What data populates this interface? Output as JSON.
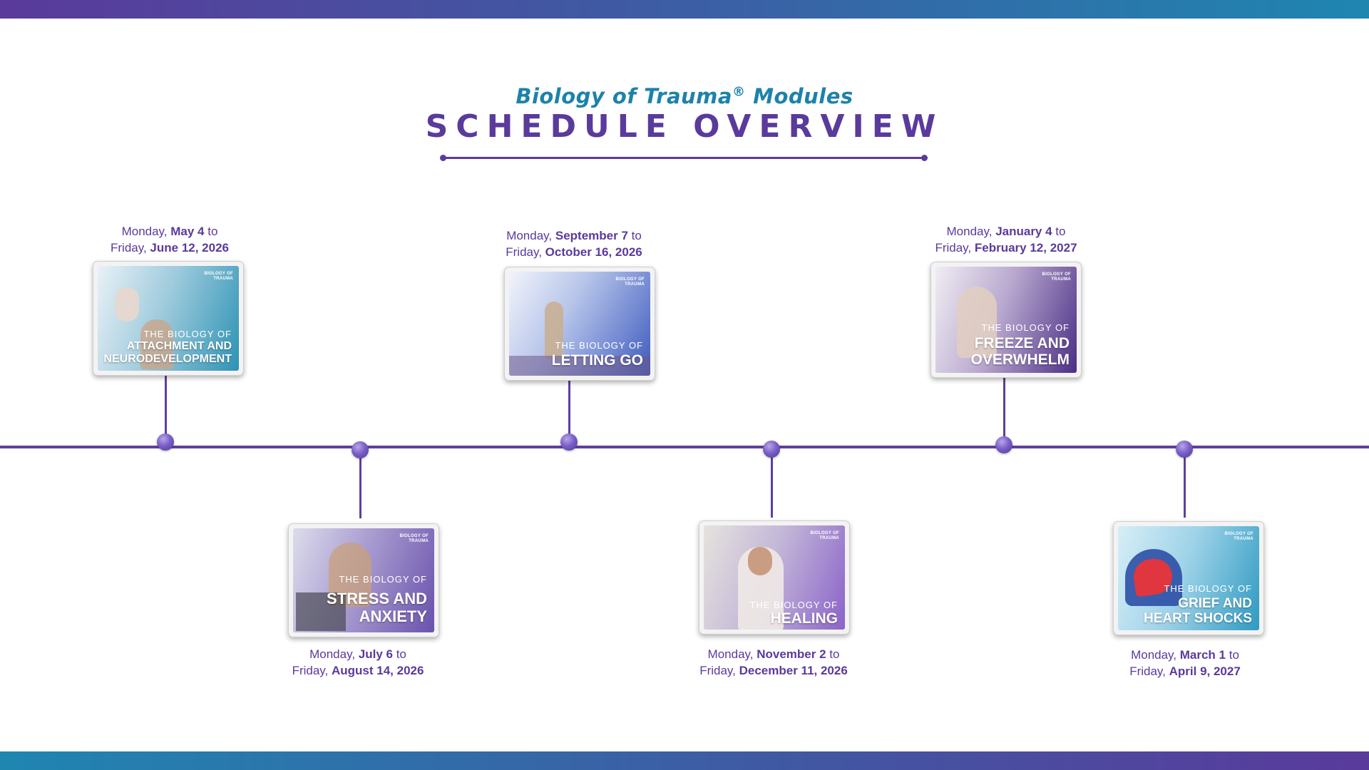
{
  "header": {
    "subtitle_main": "Biology of Trauma",
    "subtitle_reg": "®",
    "subtitle_tail": " Modules",
    "title": "SCHEDULE OVERVIEW"
  },
  "modules": [
    {
      "card": {
        "brand_top": "BIOLOGY OF",
        "brand_bottom": "TRAUMA",
        "small": "THE BIOLOGY OF",
        "big_1": "ATTACHMENT AND",
        "big_2": "NEURODEVELOPMENT"
      },
      "date": {
        "mon_pre": "Monday, ",
        "mon_bold": "May 4",
        "mon_post": " to",
        "fri_pre": "Friday, ",
        "fri_bold": "June 12, 2026"
      }
    },
    {
      "card": {
        "brand_top": "BIOLOGY OF",
        "brand_bottom": "TRAUMA",
        "small": "THE BIOLOGY OF",
        "big_1": "STRESS AND",
        "big_2": "ANXIETY"
      },
      "date": {
        "mon_pre": "Monday, ",
        "mon_bold": "July 6",
        "mon_post": "  to",
        "fri_pre": "Friday, ",
        "fri_bold": "August 14, 2026"
      }
    },
    {
      "card": {
        "brand_top": "BIOLOGY OF",
        "brand_bottom": "TRAUMA",
        "small": "THE BIOLOGY OF",
        "big_1": "LETTING GO",
        "big_2": ""
      },
      "date": {
        "mon_pre": "Monday, ",
        "mon_bold": "September 7",
        "mon_post": "  to",
        "fri_pre": "Friday, ",
        "fri_bold": "October 16, 2026"
      }
    },
    {
      "card": {
        "brand_top": "BIOLOGY OF",
        "brand_bottom": "TRAUMA",
        "small": "THE BIOLOGY OF",
        "big_1": "HEALING",
        "big_2": ""
      },
      "date": {
        "mon_pre": "Monday, ",
        "mon_bold": "November 2",
        "mon_post": "  to",
        "fri_pre": "Friday, ",
        "fri_bold": "December 11, 2026"
      }
    },
    {
      "card": {
        "brand_top": "BIOLOGY OF",
        "brand_bottom": "TRAUMA",
        "small": "THE BIOLOGY OF",
        "big_1": "FREEZE AND",
        "big_2": "OVERWHELM"
      },
      "date": {
        "mon_pre": "Monday, ",
        "mon_bold": "January  4",
        "mon_post": " to",
        "fri_pre": "Friday, ",
        "fri_bold": "February 12, 2027"
      }
    },
    {
      "card": {
        "brand_top": "BIOLOGY OF",
        "brand_bottom": "TRAUMA",
        "small": "THE BIOLOGY OF",
        "big_1": "GRIEF AND",
        "big_2": "HEART SHOCKS"
      },
      "date": {
        "mon_pre": "Monday, ",
        "mon_bold": "March 1",
        "mon_post": "  to",
        "fri_pre": "Friday, ",
        "fri_bold": "April 9, 2027"
      }
    }
  ]
}
